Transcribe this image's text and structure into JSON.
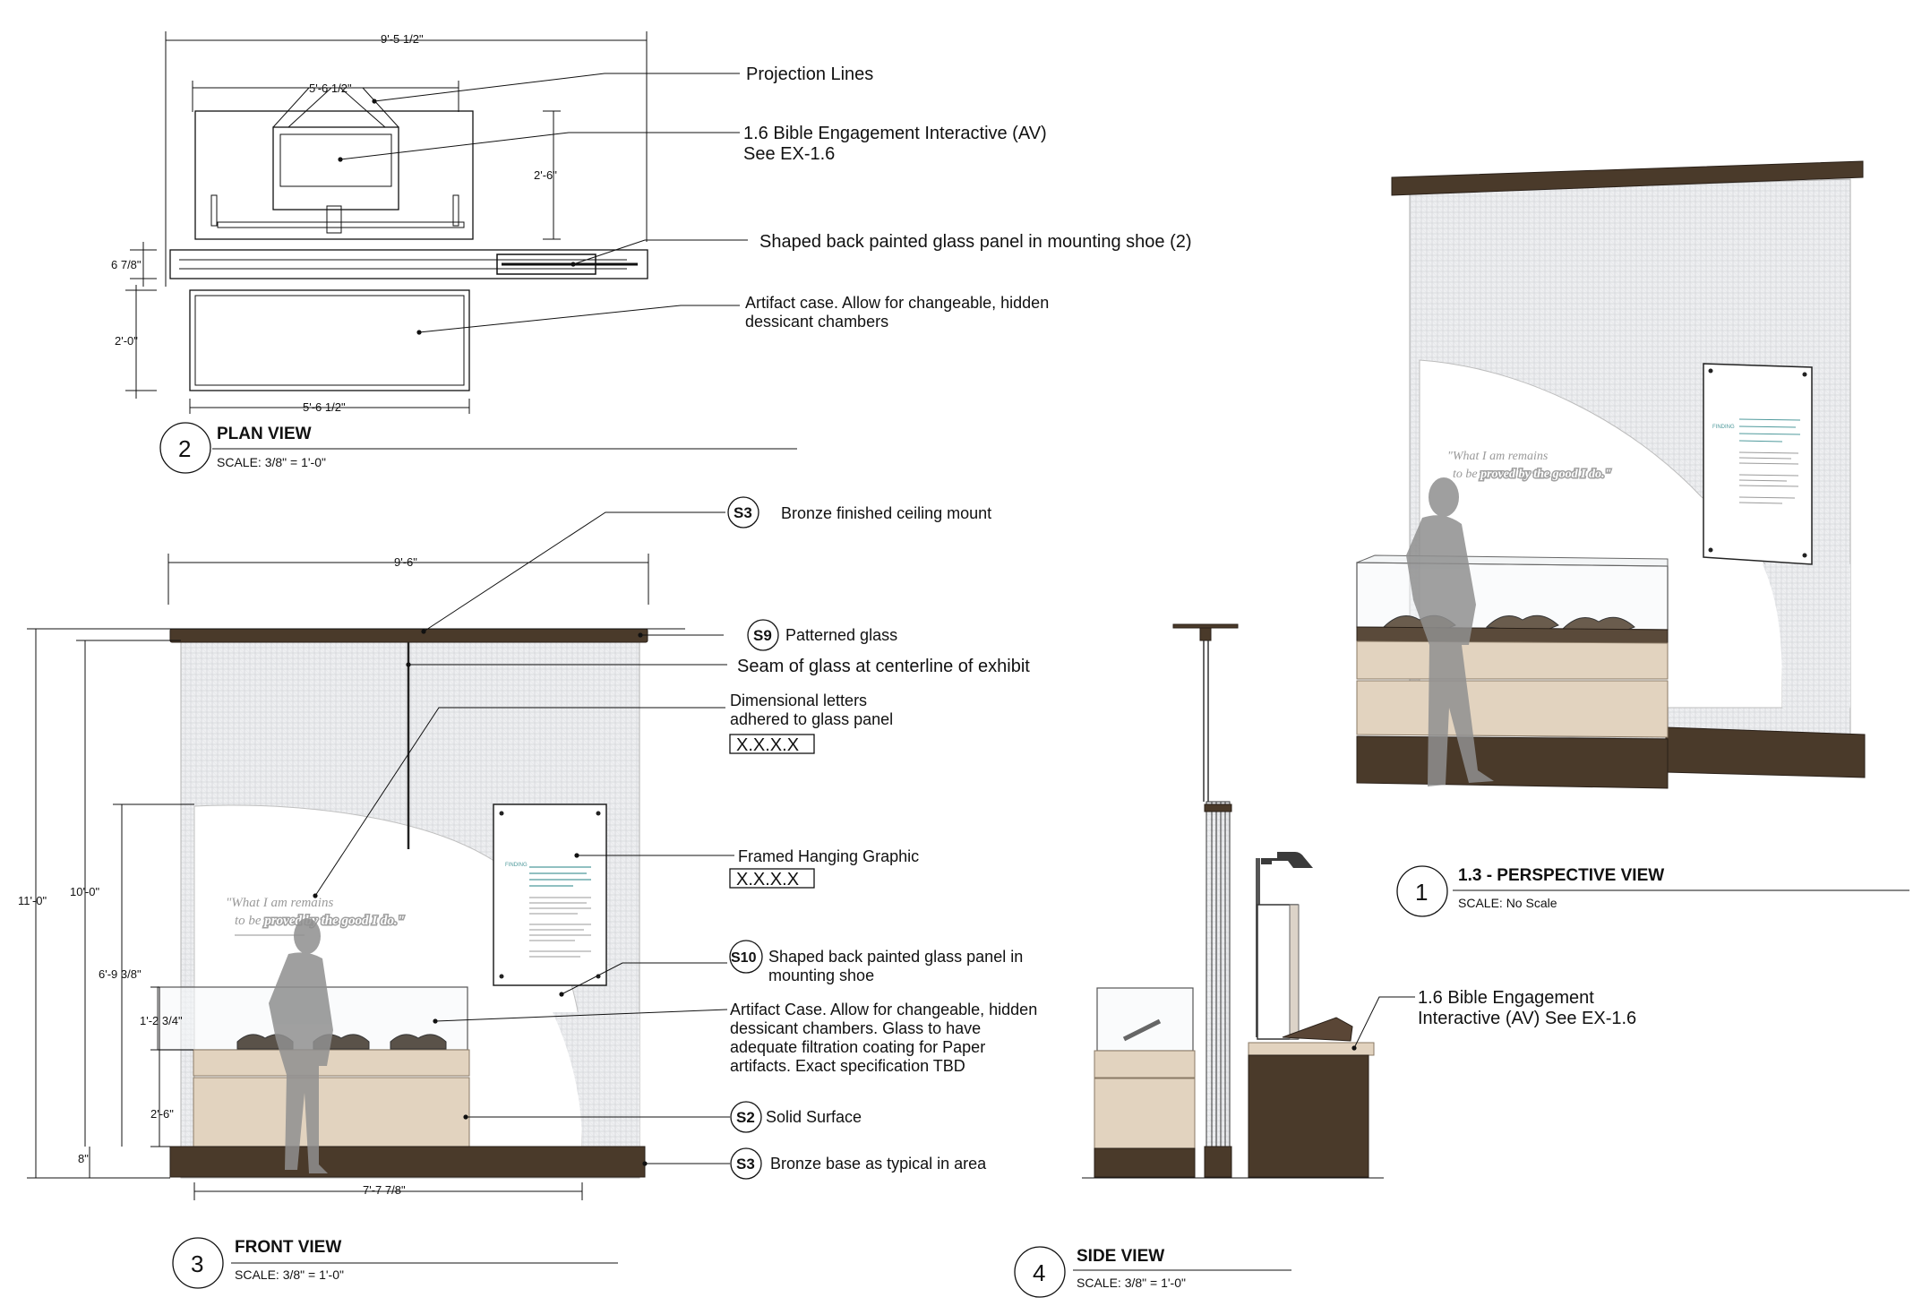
{
  "plan_view": {
    "number": "2",
    "title": "PLAN VIEW",
    "scale": "SCALE: 3/8\" = 1'-0\"",
    "dims": {
      "overall_width": "9'-5 1/2\"",
      "interactive_width": "5'-6 1/2\"",
      "interactive_depth": "2'-6\"",
      "glass_depth": "6 7/8\"",
      "case_depth": "2'-0\"",
      "case_width": "5'-6 1/2\""
    },
    "callouts": {
      "projection": "Projection Lines",
      "interactive_l1": "1.6 Bible Engagement Interactive (AV)",
      "interactive_l2": "See EX-1.6",
      "glass_panel": "Shaped back painted glass panel in mounting shoe (2)",
      "case_l1": "Artifact case. Allow for changeable, hidden",
      "case_l2": "dessicant chambers"
    }
  },
  "front_view": {
    "number": "3",
    "title": "FRONT VIEW",
    "scale": "SCALE: 3/8\" = 1'-0\"",
    "dims": {
      "overall_width": "9'-6\"",
      "height_overall": "11'-0\"",
      "height_glass": "10'-0\"",
      "height_arch": "6'-9 3/8\"",
      "case_glass": "1'-2 3/4\"",
      "case_base": "2'-6\"",
      "plinth": "8\"",
      "bottom_width": "7'-7 7/8\""
    },
    "tags": {
      "s3_top": "S3",
      "s9": "S9",
      "s10": "S10",
      "s2": "S2",
      "s3_bottom": "S3"
    },
    "callouts": {
      "ceiling": "Bronze finished ceiling mount",
      "patterned": "Patterned glass",
      "seam": "Seam of glass at centerline of exhibit",
      "letters_l1": "Dimensional letters",
      "letters_l2": "adhered to glass panel",
      "letters_code": "X.X.X.X",
      "graphic": "Framed Hanging Graphic",
      "graphic_code": "X.X.X.X",
      "shoe_l1": "Shaped back painted glass panel in",
      "shoe_l2": "mounting shoe",
      "case_l1": "Artifact Case. Allow for changeable, hidden",
      "case_l2": "dessicant  chambers. Glass to have",
      "case_l3": "adequate filtration coating for Paper",
      "case_l4": "artifacts. Exact specification TBD",
      "solid": "Solid Surface",
      "base": "Bronze base as typical in area"
    }
  },
  "side_view": {
    "number": "4",
    "title": "SIDE VIEW",
    "scale": "SCALE: 3/8\" = 1'-0\"",
    "callouts": {
      "interactive_l1": "1.6 Bible Engagement",
      "interactive_l2": "Interactive (AV) See EX-1.6"
    }
  },
  "perspective_view": {
    "number": "1",
    "title": "1.3 - PERSPECTIVE VIEW",
    "scale": "SCALE: No Scale"
  },
  "graphic": {
    "quote_l1": "\"What I am remains",
    "quote_pre": "to be ",
    "quote_hi": "proved by the good I do.\"",
    "panel_heading": "FINDING"
  },
  "colors": {
    "bronze": "#4a3a2a",
    "stone": "#e2d3bf",
    "glass_weave": "#e9eaec",
    "teal_accent": "#4f9a9c"
  }
}
